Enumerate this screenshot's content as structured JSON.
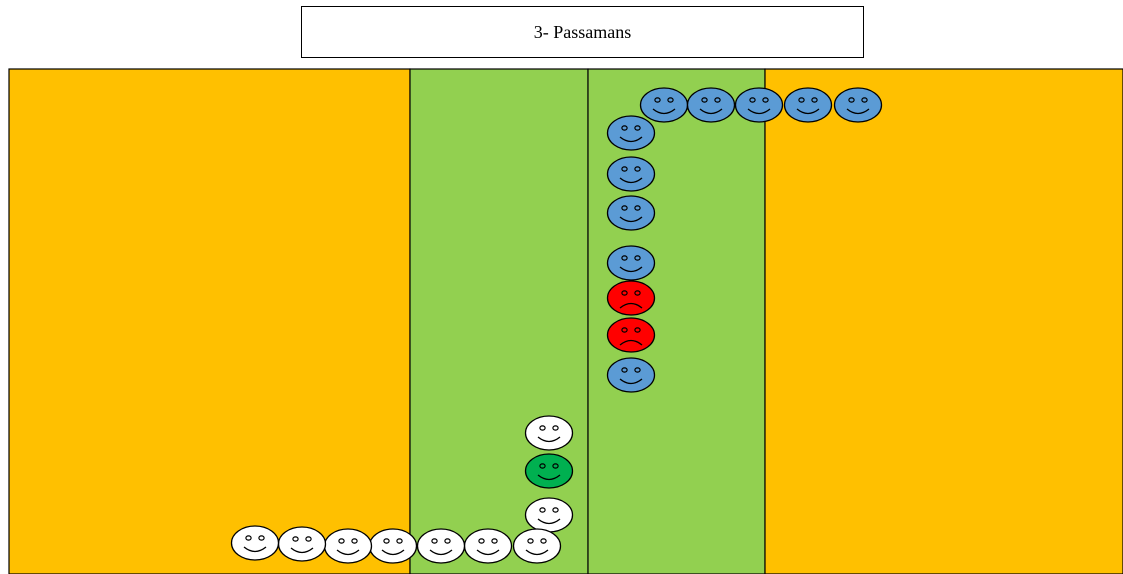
{
  "title": "3- Passamans",
  "colors": {
    "orange_zone": "#FFC000",
    "green_zone": "#92D050",
    "blue_player": "#5B9BD5",
    "red_player": "#FF0000",
    "white_player": "#FFFFFF",
    "green_player": "#00B050",
    "outline": "#000000"
  },
  "zones": [
    "orange",
    "green",
    "green",
    "orange"
  ],
  "players": [
    {
      "team": "blue",
      "mood": "smile"
    },
    {
      "team": "blue",
      "mood": "smile"
    },
    {
      "team": "blue",
      "mood": "smile"
    },
    {
      "team": "blue",
      "mood": "smile"
    },
    {
      "team": "blue",
      "mood": "smile"
    },
    {
      "team": "blue",
      "mood": "smile"
    },
    {
      "team": "blue",
      "mood": "smile"
    },
    {
      "team": "blue",
      "mood": "smile"
    },
    {
      "team": "blue",
      "mood": "smile"
    },
    {
      "team": "red",
      "mood": "frown"
    },
    {
      "team": "red",
      "mood": "frown"
    },
    {
      "team": "blue",
      "mood": "smile"
    },
    {
      "team": "white",
      "mood": "smile"
    },
    {
      "team": "green",
      "mood": "smile"
    },
    {
      "team": "white",
      "mood": "smile"
    },
    {
      "team": "white",
      "mood": "smile"
    },
    {
      "team": "white",
      "mood": "smile"
    },
    {
      "team": "white",
      "mood": "smile"
    },
    {
      "team": "white",
      "mood": "smile"
    },
    {
      "team": "white",
      "mood": "smile"
    },
    {
      "team": "white",
      "mood": "smile"
    },
    {
      "team": "white",
      "mood": "smile"
    }
  ]
}
